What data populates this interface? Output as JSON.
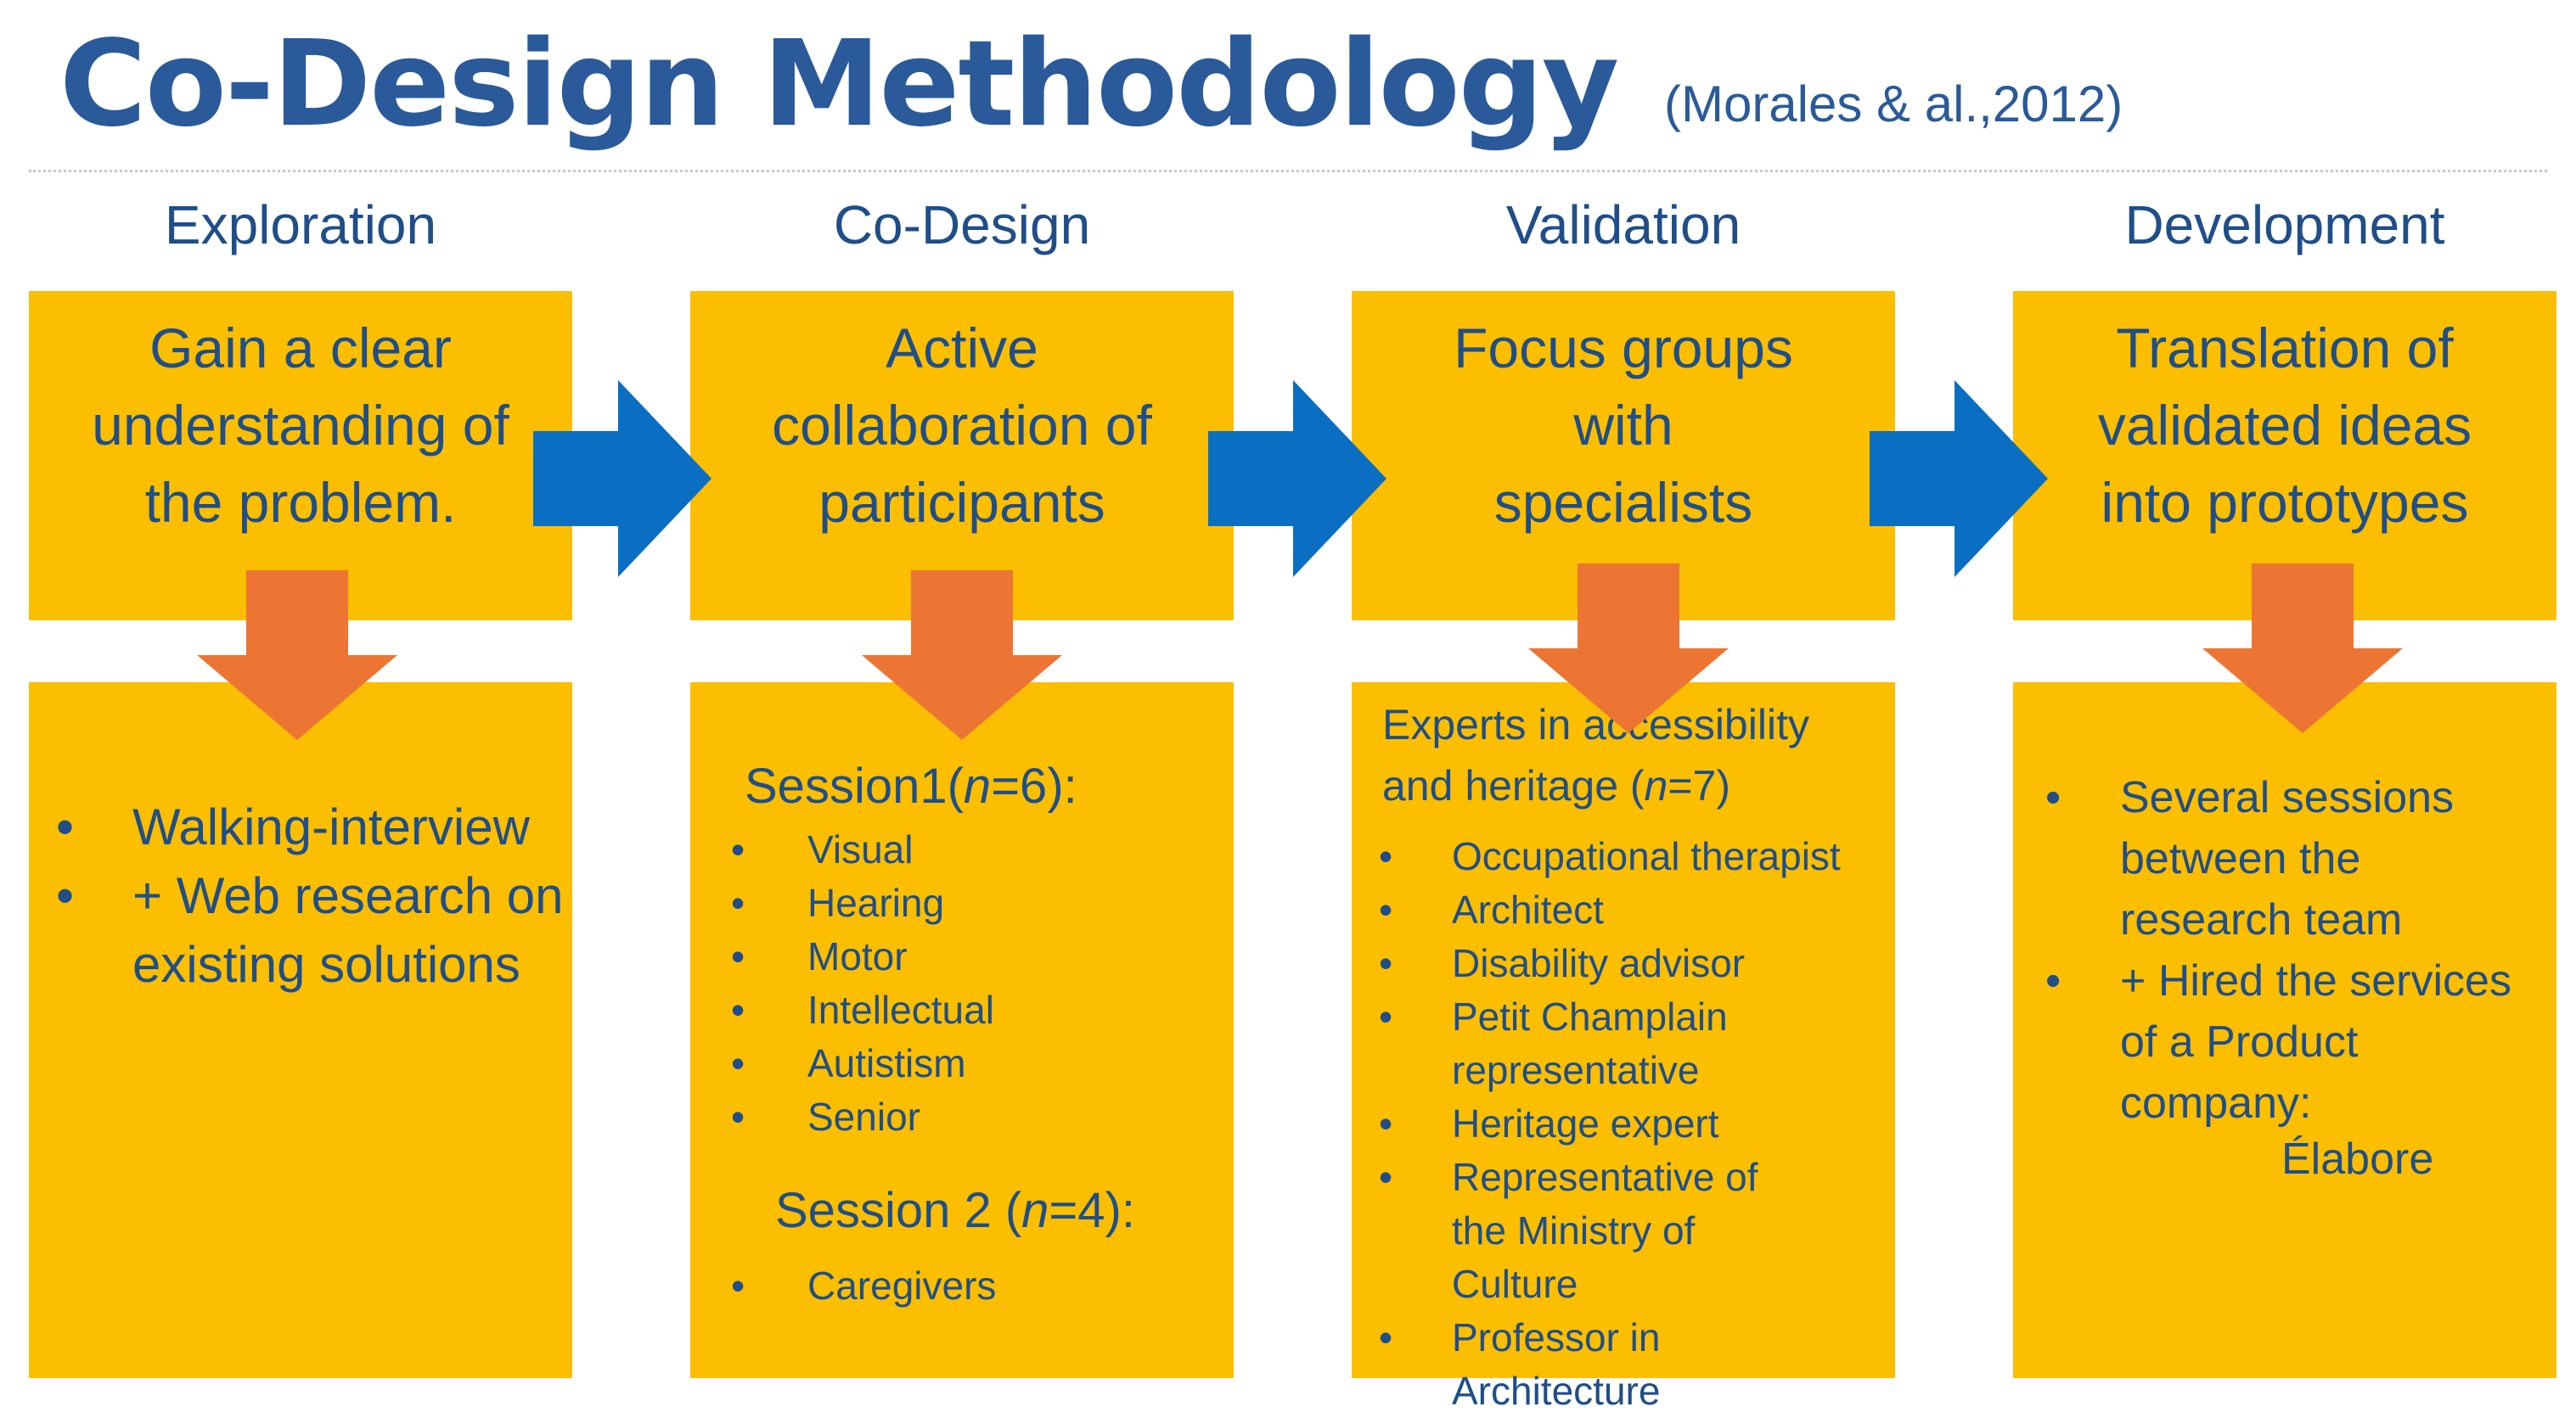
{
  "title": "Co-Design Methodology",
  "citation": "(Morales & al.,2012)",
  "colors": {
    "box": "#fcbe00",
    "text": "#1f4e89",
    "title": "#2a5a9a",
    "blue_arrow": "#0a6fc2",
    "orange_arrow": "#ec7534"
  },
  "phases": [
    {
      "name": "Exploration",
      "goal_lines": [
        "Gain a clear",
        "understanding of",
        "the problem."
      ],
      "bullets": [
        "Walking-interview",
        "+ Web research on existing solutions"
      ]
    },
    {
      "name": "Co-Design",
      "goal_lines": [
        "Active",
        "collaboration of",
        "participants"
      ],
      "session1_label": "Session1(",
      "session1_n": "n",
      "session1_count": "=6):",
      "session1_items": [
        "Visual",
        "Hearing",
        "Motor",
        "Intellectual",
        "Autistism",
        "Senior"
      ],
      "session2_label": "Session 2 (",
      "session2_n": "n",
      "session2_count": "=4):",
      "session2_items": [
        "Caregivers"
      ]
    },
    {
      "name": "Validation",
      "goal_lines": [
        "Focus groups",
        "with",
        "specialists"
      ],
      "experts_line1": "Experts in accessibility",
      "experts_line2a": "and heritage (",
      "experts_n": "n",
      "experts_line2b": "=7)",
      "experts_items": [
        "Occupational therapist",
        "Architect",
        "Disability advisor",
        "Petit Champlain representative",
        "Heritage expert",
        "Representative of the Ministry of Culture",
        "Professor in Architecture"
      ]
    },
    {
      "name": "Development",
      "goal_lines": [
        "Translation of",
        "validated ideas",
        "into prototypes"
      ],
      "bullets": [
        "Several sessions between the research team",
        "+ Hired the services of a Product company:"
      ],
      "company": "Élabore"
    }
  ]
}
